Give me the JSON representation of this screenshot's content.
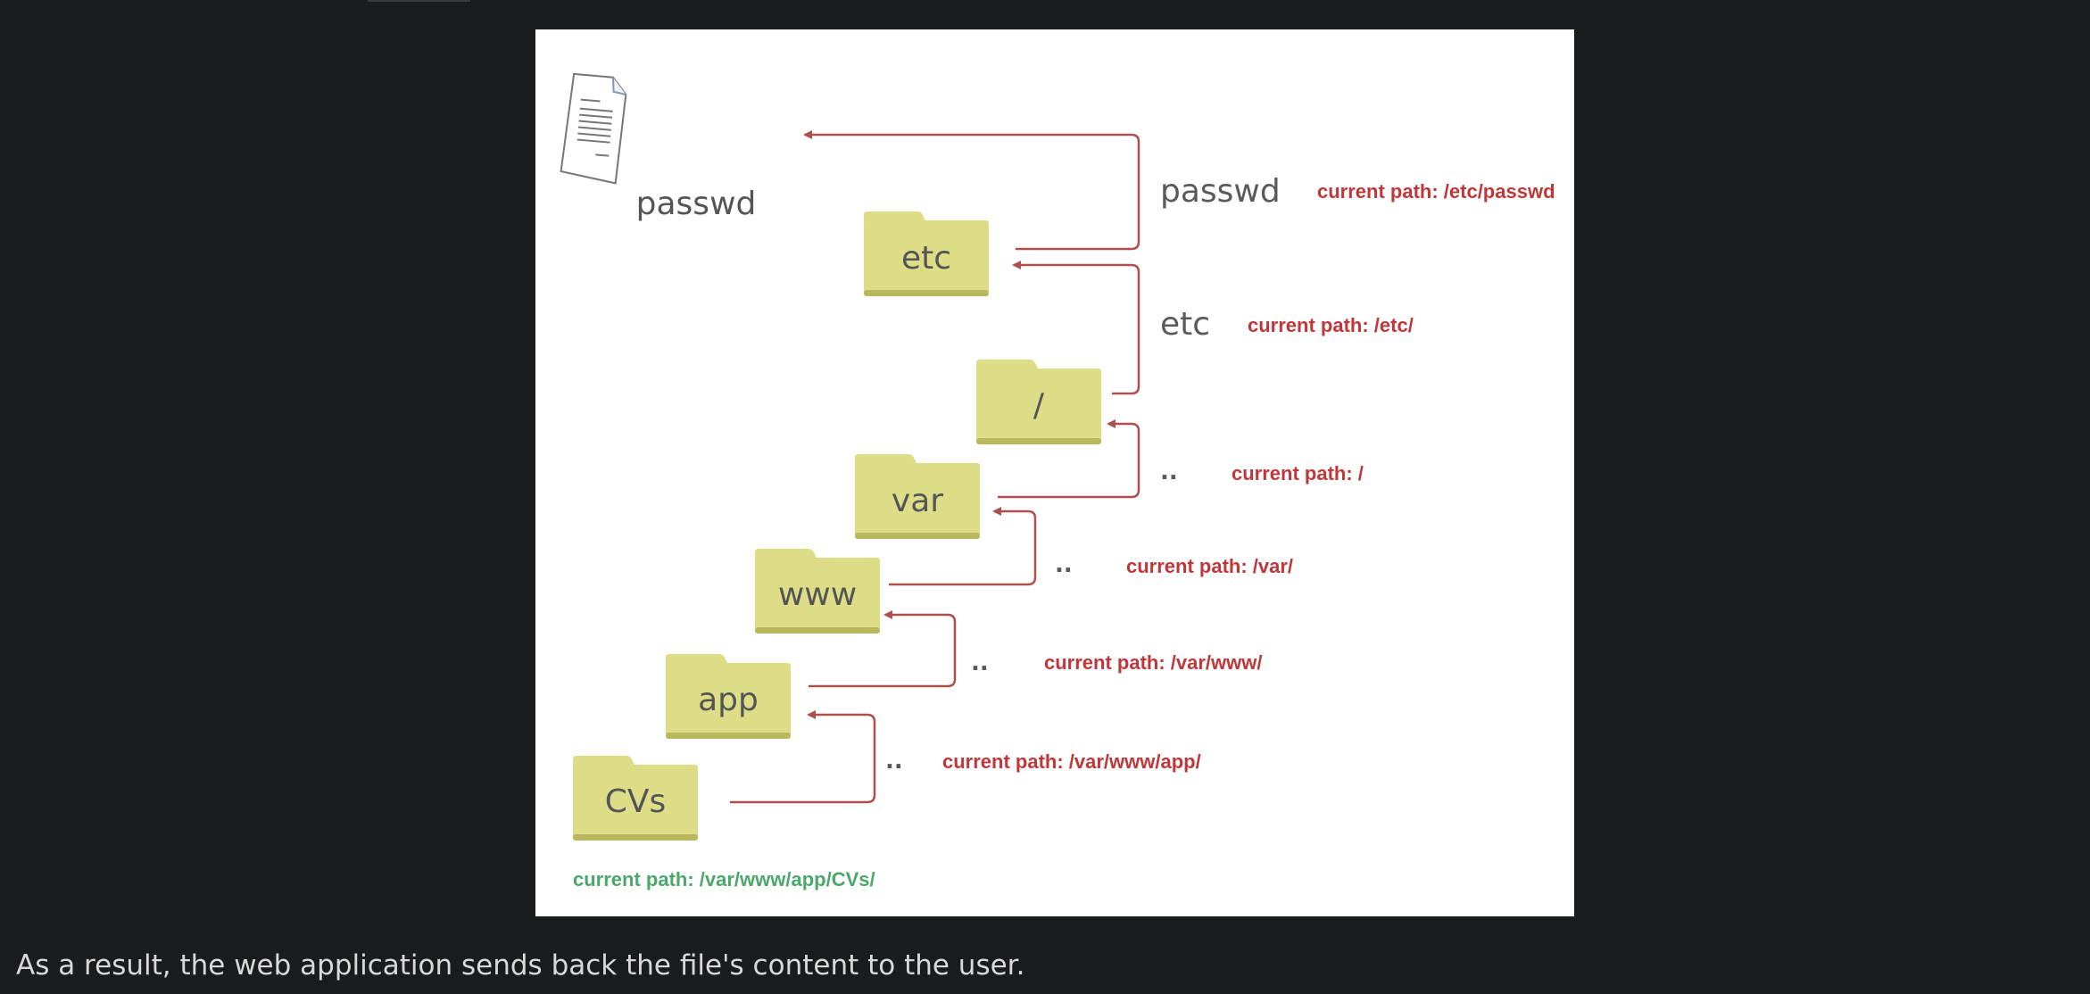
{
  "diagram": {
    "file_label": "passwd",
    "folders": {
      "etc": "etc",
      "root": "/",
      "var": "var",
      "www": "www",
      "app": "app",
      "cvs": "CVs"
    },
    "segments": {
      "passwd": "passwd",
      "etc": "etc",
      "up1": "..",
      "up2": "..",
      "up3": "..",
      "up4": ".."
    },
    "paths": {
      "passwd": "current path: /etc/passwd",
      "etc": "current path: /etc/",
      "root": "current path: /",
      "var": "current path: /var/",
      "www": "current path: /var/www/",
      "app": "current path: /var/www/app/",
      "start": "current path: /var/www/app/CVs/"
    },
    "colors": {
      "folder": "#dedd87",
      "folder_shadow": "#b9b85e",
      "arrow": "#b0504d",
      "path_red": "#c0373a",
      "path_green": "#4aa86a"
    }
  },
  "caption": "As a result, the web application sends back the file's content to the user."
}
